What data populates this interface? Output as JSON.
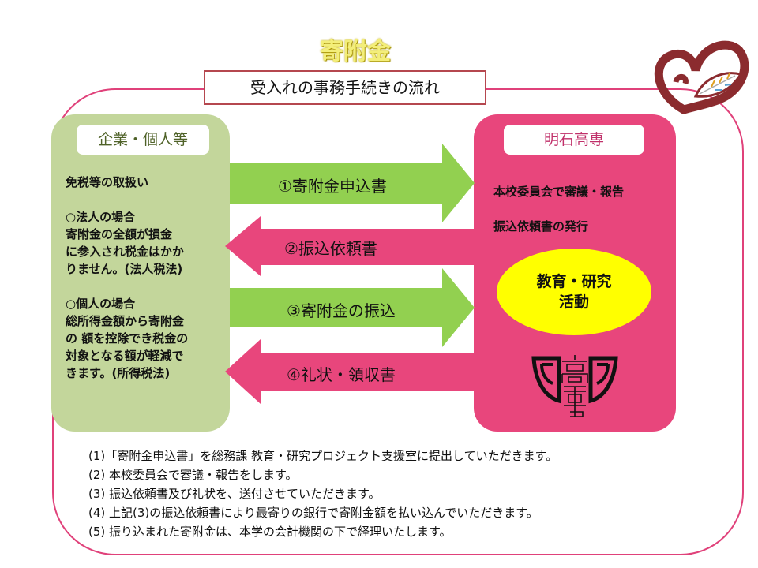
{
  "title": "寄附金",
  "subtitle": "受入れの事務手続きの流れ",
  "left_panel": {
    "label": "企業・個人等",
    "heading": "免税等の取扱い",
    "corporate": "○法人の場合\n寄附金の全額が損金\nに参入され税金はかか\nりません。(法人税法)",
    "individual": "○個人の場合\n総所得金額から寄附金\nの 額を控除でき税金の\n対象となる額が軽減で\nきます。(所得税法)"
  },
  "right_panel": {
    "label": "明石高専",
    "line1": "本校委員会で審議・報告",
    "line2": "振込依頼書の発行",
    "ellipse": "教育・研究\n活動"
  },
  "arrows": [
    {
      "label": "①寄附金申込書",
      "direction": "right",
      "color": "#92d050"
    },
    {
      "label": "②振込依頼書",
      "direction": "left",
      "color": "#e8467c"
    },
    {
      "label": "③寄附金の振込",
      "direction": "right",
      "color": "#92d050"
    },
    {
      "label": "④礼状・領収書",
      "direction": "left",
      "color": "#e8467c"
    }
  ],
  "notes": [
    "(1)「寄附金申込書」を総務課 教育・研究プロジェクト支援室に提出していただきます。",
    "(2) 本校委員会で審議・報告をします。",
    "(3) 振込依頼書及び礼状を、送付させていただきます。",
    "(4) 上記(3)の振込依頼書により最寄りの銀行で寄附金額を払い込んでいただきます。",
    "(5) 振り込まれた寄附金は、本学の会計機関の下で経理いたします。"
  ],
  "colors": {
    "green_panel": "#c3d69b",
    "pink": "#e8467c",
    "green_arrow": "#92d050",
    "logo": "#8b2b2e"
  }
}
